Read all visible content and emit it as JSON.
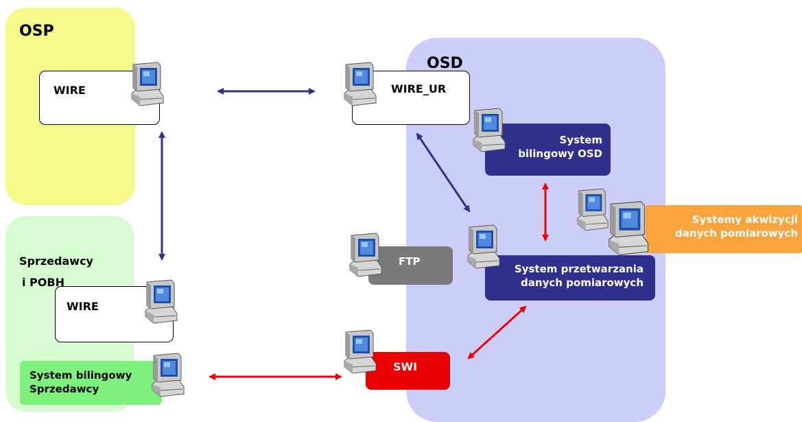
{
  "zones": {
    "osp": "OSP",
    "sprzedawcy_line1": "Sprzedawcy",
    "sprzedawcy_line2": "i POBH",
    "osd": "OSD"
  },
  "nodes": {
    "wire_osp": "WIRE",
    "wire_ur": "WIRE_UR",
    "billing_osd_line1": "System",
    "billing_osd_line2": "bilingowy OSD",
    "acquisition_line1": "Systemy akwizycji",
    "acquisition_line2": "danych pomiarowych",
    "ftp": "FTP",
    "processing_line1": "System przetwarzania",
    "processing_line2": "danych pomiarowych",
    "wire_seller": "WIRE",
    "swi": "SWI",
    "billing_seller_line1": "System bilingowy",
    "billing_seller_line2": "Sprzedawcy"
  },
  "colors": {
    "osp_zone": "#f4f98a",
    "seller_zone": "#d6fbd0",
    "osd_zone": "#cdcdfa",
    "arrow_blue": "#30308c",
    "arrow_red": "#ea0000"
  },
  "icons": [
    "computer-icon"
  ]
}
